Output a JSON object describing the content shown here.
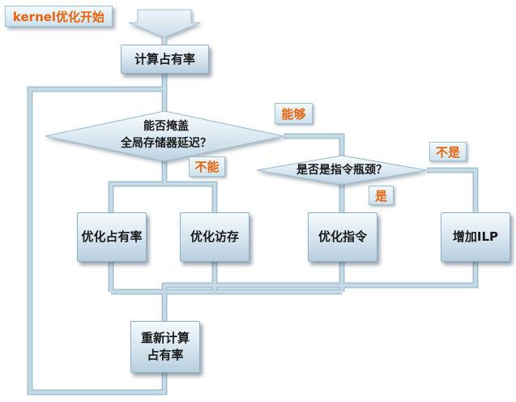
{
  "title": "kernel优化开始",
  "nodes": {
    "calc_occupancy": "计算占有率",
    "decision_hide": [
      "能否掩盖",
      "全局存储器延迟？"
    ],
    "decision_bottleneck": "是否是指令瓶颈？",
    "optimize_occupancy": "优化占有率",
    "optimize_memory": "优化访存",
    "optimize_instruction": "优化指令",
    "increase_ilp": "增加ILP",
    "recalc_occupancy": [
      "重新计算",
      "占有率"
    ]
  },
  "edge_labels": {
    "can": "能够",
    "cannot": "不能",
    "no": "不是",
    "yes": "是"
  },
  "colors": {
    "accent_text": "#e8630a",
    "line": "#c6dae6",
    "line_edge": "#a3bfd0"
  }
}
